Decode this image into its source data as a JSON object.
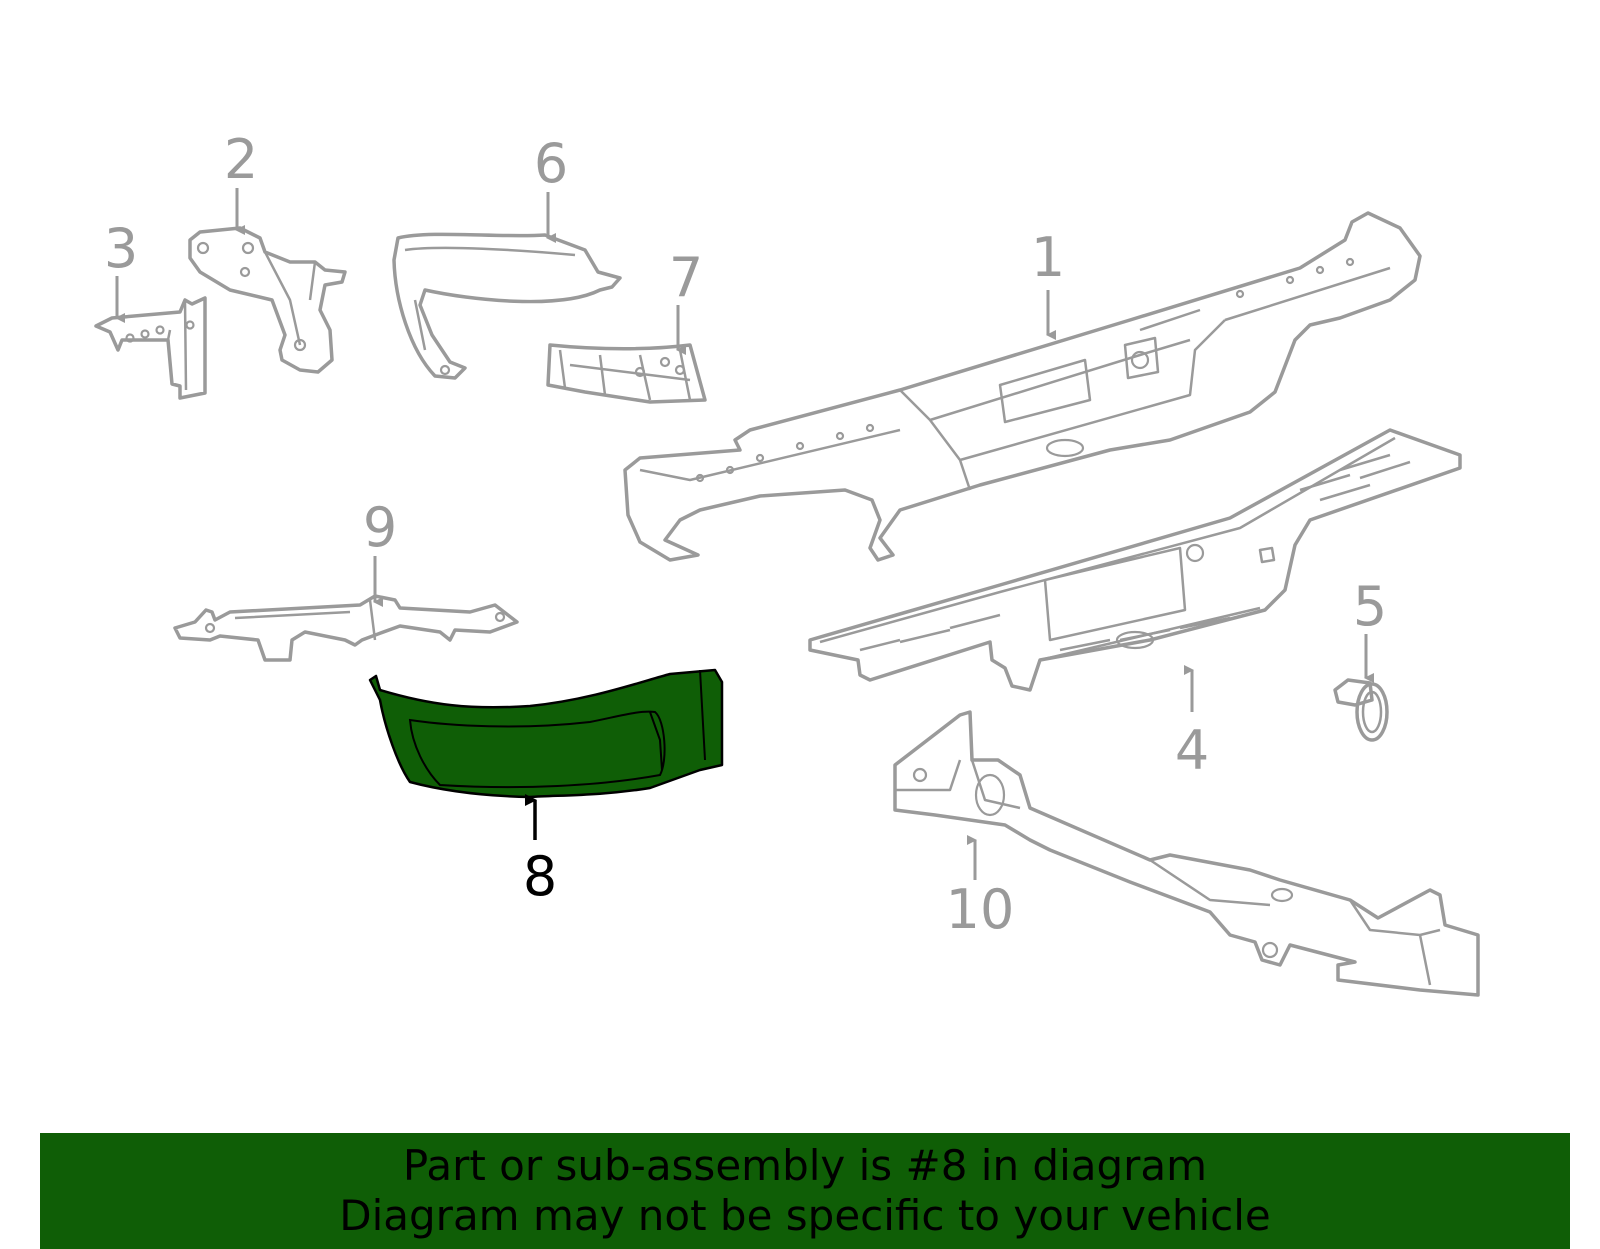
{
  "colors": {
    "line": "#9a9a9a",
    "highlight_fill": "#0f5e06",
    "highlight_line": "#000000",
    "banner": "#0f5e06"
  },
  "callouts": [
    {
      "id": "1",
      "label": "1",
      "highlighted": false
    },
    {
      "id": "2",
      "label": "2",
      "highlighted": false
    },
    {
      "id": "3",
      "label": "3",
      "highlighted": false
    },
    {
      "id": "4",
      "label": "4",
      "highlighted": false
    },
    {
      "id": "5",
      "label": "5",
      "highlighted": false
    },
    {
      "id": "6",
      "label": "6",
      "highlighted": false
    },
    {
      "id": "7",
      "label": "7",
      "highlighted": false
    },
    {
      "id": "8",
      "label": "8",
      "highlighted": true
    },
    {
      "id": "9",
      "label": "9",
      "highlighted": false
    },
    {
      "id": "10",
      "label": "10",
      "highlighted": false
    }
  ],
  "banner": {
    "line1": "Part or sub-assembly is #8 in diagram",
    "line2": "Diagram may not be specific to your vehicle"
  }
}
